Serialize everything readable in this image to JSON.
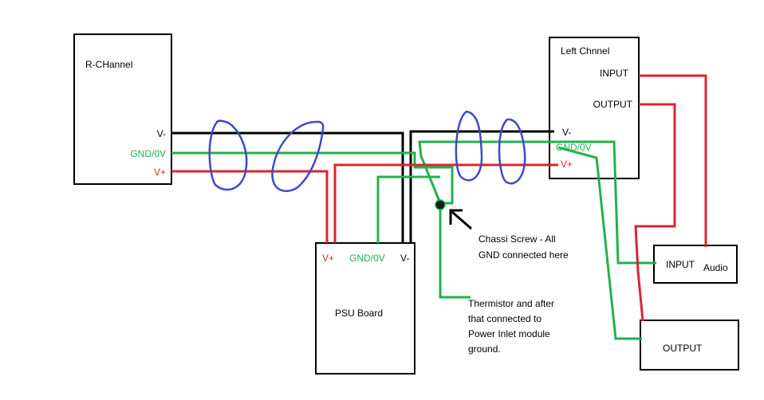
{
  "colors": {
    "line_black": "#000000",
    "line_green": "#22b14c",
    "line_red": "#d9262e",
    "loop_blue": "#3f48cc"
  },
  "r_channel": {
    "title": "R-CHannel",
    "v_minus": "V-",
    "gnd": "GND/0V",
    "v_plus": "V+"
  },
  "left_channel": {
    "title": "Left Chnnel",
    "input": "INPUT",
    "output": "OUTPUT",
    "v_minus": "V-",
    "gnd": "GND/0V",
    "v_plus": "V+"
  },
  "psu": {
    "title": "PSU Board",
    "v_plus": "V+",
    "gnd": "GND/0V",
    "v_minus": "V-"
  },
  "audio_input": {
    "label": "INPUT",
    "audio": "Audio"
  },
  "audio_output": {
    "label": "OUTPUT"
  },
  "annotations": {
    "chassis_line1": "Chassi Screw - All",
    "chassis_line2": "GND connected here",
    "thermistor_line1": "Thermistor and after",
    "thermistor_line2": "that connected to",
    "thermistor_line3": "Power Inlet module",
    "thermistor_line4": "ground."
  }
}
